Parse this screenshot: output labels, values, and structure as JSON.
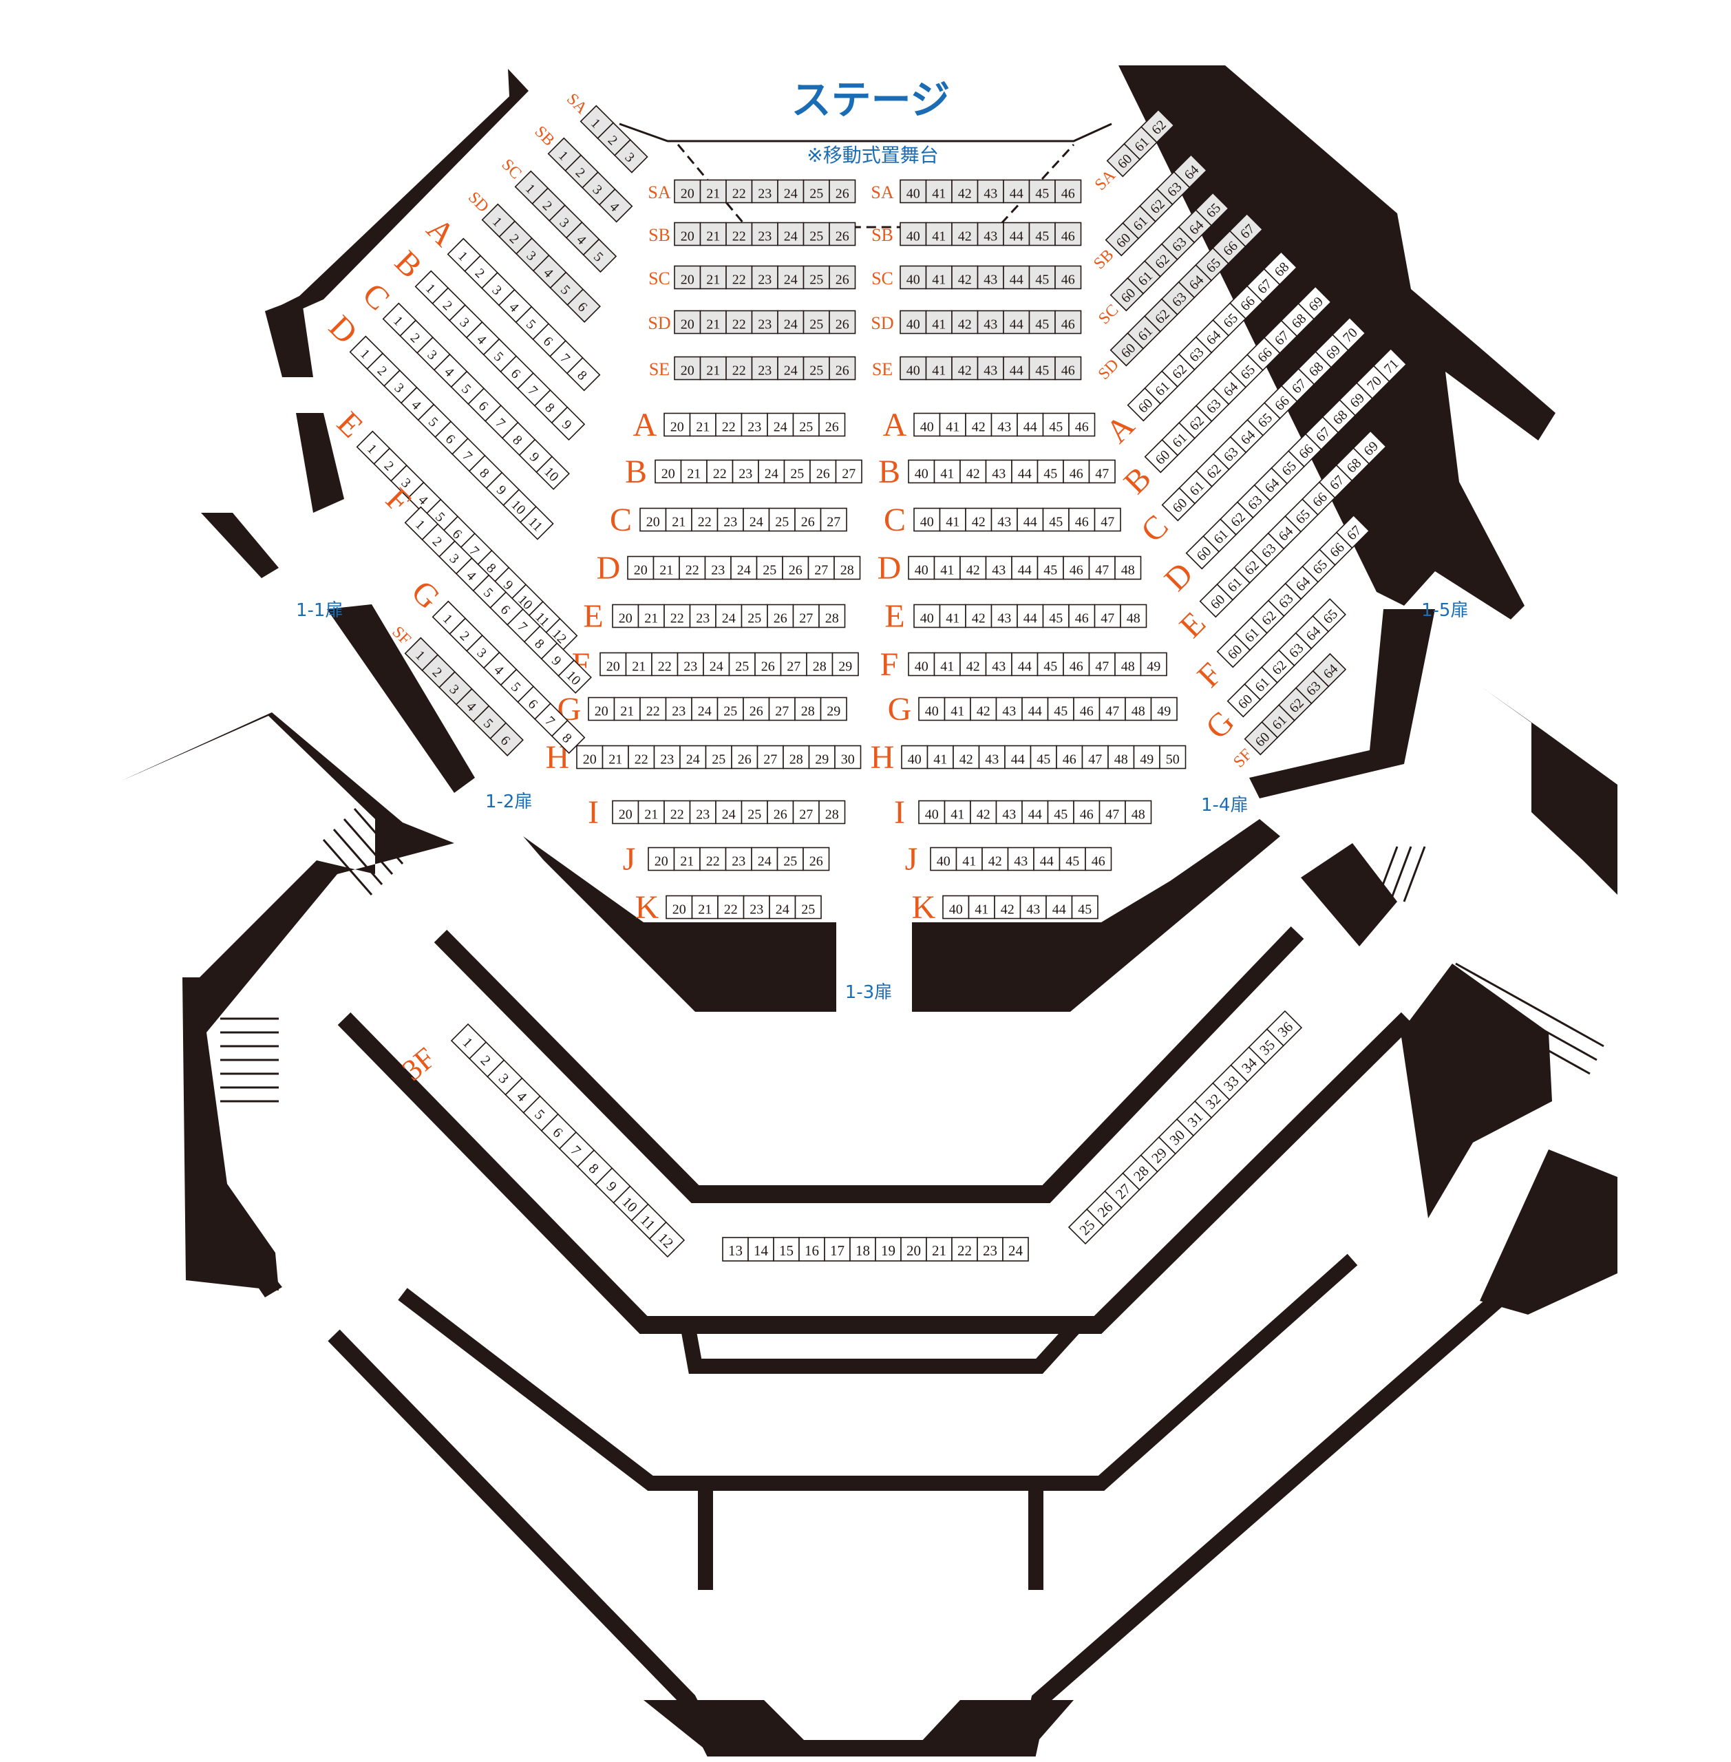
{
  "stage": {
    "title": "ステージ",
    "note": "※移動式置舞台"
  },
  "colors": {
    "stage_text": "#1a6db5",
    "row_label": "#e8591a",
    "door_label": "#1a6db5",
    "wall": "#231815",
    "seat_regular": "#ffffff",
    "seat_movable": "#e6e6e6",
    "seat_border": "#231815"
  },
  "doors": [
    "1-1扉",
    "1-2扉",
    "1-3扉",
    "1-4扉",
    "1-5扉"
  ],
  "balcony": {
    "label": "3F"
  },
  "center_left": [
    {
      "row": "SA",
      "movable": true,
      "seats": [
        20,
        21,
        22,
        23,
        24,
        25,
        26
      ]
    },
    {
      "row": "SB",
      "movable": true,
      "seats": [
        20,
        21,
        22,
        23,
        24,
        25,
        26
      ]
    },
    {
      "row": "SC",
      "movable": true,
      "seats": [
        20,
        21,
        22,
        23,
        24,
        25,
        26
      ]
    },
    {
      "row": "SD",
      "movable": true,
      "seats": [
        20,
        21,
        22,
        23,
        24,
        25,
        26
      ]
    },
    {
      "row": "SE",
      "movable": true,
      "seats": [
        20,
        21,
        22,
        23,
        24,
        25,
        26
      ]
    },
    {
      "row": "A",
      "movable": false,
      "seats": [
        20,
        21,
        22,
        23,
        24,
        25,
        26
      ]
    },
    {
      "row": "B",
      "movable": false,
      "seats": [
        20,
        21,
        22,
        23,
        24,
        25,
        26,
        27
      ]
    },
    {
      "row": "C",
      "movable": false,
      "seats": [
        20,
        21,
        22,
        23,
        24,
        25,
        26,
        27
      ]
    },
    {
      "row": "D",
      "movable": false,
      "seats": [
        20,
        21,
        22,
        23,
        24,
        25,
        26,
        27,
        28
      ]
    },
    {
      "row": "E",
      "movable": false,
      "seats": [
        20,
        21,
        22,
        23,
        24,
        25,
        26,
        27,
        28
      ]
    },
    {
      "row": "F",
      "movable": false,
      "seats": [
        20,
        21,
        22,
        23,
        24,
        25,
        26,
        27,
        28,
        29
      ]
    },
    {
      "row": "G",
      "movable": false,
      "seats": [
        20,
        21,
        22,
        23,
        24,
        25,
        26,
        27,
        28,
        29
      ]
    },
    {
      "row": "H",
      "movable": false,
      "seats": [
        20,
        21,
        22,
        23,
        24,
        25,
        26,
        27,
        28,
        29,
        30
      ]
    },
    {
      "row": "I",
      "movable": false,
      "seats": [
        20,
        21,
        22,
        23,
        24,
        25,
        26,
        27,
        28
      ]
    },
    {
      "row": "J",
      "movable": false,
      "seats": [
        20,
        21,
        22,
        23,
        24,
        25,
        26
      ]
    },
    {
      "row": "K",
      "movable": false,
      "seats": [
        20,
        21,
        22,
        23,
        24,
        25
      ]
    }
  ],
  "center_right": [
    {
      "row": "SA",
      "movable": true,
      "seats": [
        40,
        41,
        42,
        43,
        44,
        45,
        46
      ]
    },
    {
      "row": "SB",
      "movable": true,
      "seats": [
        40,
        41,
        42,
        43,
        44,
        45,
        46
      ]
    },
    {
      "row": "SC",
      "movable": true,
      "seats": [
        40,
        41,
        42,
        43,
        44,
        45,
        46
      ]
    },
    {
      "row": "SD",
      "movable": true,
      "seats": [
        40,
        41,
        42,
        43,
        44,
        45,
        46
      ]
    },
    {
      "row": "SE",
      "movable": true,
      "seats": [
        40,
        41,
        42,
        43,
        44,
        45,
        46
      ]
    },
    {
      "row": "A",
      "movable": false,
      "seats": [
        40,
        41,
        42,
        43,
        44,
        45,
        46
      ]
    },
    {
      "row": "B",
      "movable": false,
      "seats": [
        40,
        41,
        42,
        43,
        44,
        45,
        46,
        47
      ]
    },
    {
      "row": "C",
      "movable": false,
      "seats": [
        40,
        41,
        42,
        43,
        44,
        45,
        46,
        47
      ]
    },
    {
      "row": "D",
      "movable": false,
      "seats": [
        40,
        41,
        42,
        43,
        44,
        45,
        46,
        47,
        48
      ]
    },
    {
      "row": "E",
      "movable": false,
      "seats": [
        40,
        41,
        42,
        43,
        44,
        45,
        46,
        47,
        48
      ]
    },
    {
      "row": "F",
      "movable": false,
      "seats": [
        40,
        41,
        42,
        43,
        44,
        45,
        46,
        47,
        48,
        49
      ]
    },
    {
      "row": "G",
      "movable": false,
      "seats": [
        40,
        41,
        42,
        43,
        44,
        45,
        46,
        47,
        48,
        49
      ]
    },
    {
      "row": "H",
      "movable": false,
      "seats": [
        40,
        41,
        42,
        43,
        44,
        45,
        46,
        47,
        48,
        49,
        50
      ]
    },
    {
      "row": "I",
      "movable": false,
      "seats": [
        40,
        41,
        42,
        43,
        44,
        45,
        46,
        47,
        48
      ]
    },
    {
      "row": "J",
      "movable": false,
      "seats": [
        40,
        41,
        42,
        43,
        44,
        45,
        46
      ]
    },
    {
      "row": "K",
      "movable": false,
      "seats": [
        40,
        41,
        42,
        43,
        44,
        45
      ]
    }
  ],
  "left_wing": [
    {
      "row": "SA",
      "movable": true,
      "seats": [
        1,
        2,
        3
      ]
    },
    {
      "row": "SB",
      "movable": true,
      "seats": [
        1,
        2,
        3,
        4
      ]
    },
    {
      "row": "SC",
      "movable": true,
      "seats": [
        1,
        2,
        3,
        4,
        5
      ]
    },
    {
      "row": "SD",
      "movable": true,
      "seats": [
        1,
        2,
        3,
        4,
        5,
        6
      ]
    },
    {
      "row": "A",
      "movable": false,
      "seats": [
        1,
        2,
        3,
        4,
        5,
        6,
        7,
        8
      ]
    },
    {
      "row": "B",
      "movable": false,
      "seats": [
        1,
        2,
        3,
        4,
        5,
        6,
        7,
        8,
        9
      ]
    },
    {
      "row": "C",
      "movable": false,
      "seats": [
        1,
        2,
        3,
        4,
        5,
        6,
        7,
        8,
        9,
        10
      ]
    },
    {
      "row": "D",
      "movable": false,
      "seats": [
        1,
        2,
        3,
        4,
        5,
        6,
        7,
        8,
        9,
        10,
        11
      ]
    },
    {
      "row": "E",
      "movable": false,
      "seats": [
        1,
        2,
        3,
        4,
        5,
        6,
        7,
        8,
        9,
        10,
        11,
        12
      ]
    },
    {
      "row": "F",
      "movable": false,
      "seats": [
        1,
        2,
        3,
        4,
        5,
        6,
        7,
        8,
        9,
        10
      ]
    },
    {
      "row": "G",
      "movable": false,
      "seats": [
        1,
        2,
        3,
        4,
        5,
        6,
        7,
        8
      ]
    },
    {
      "row": "SF",
      "movable": true,
      "seats": [
        1,
        2,
        3,
        4,
        5,
        6
      ]
    }
  ],
  "right_wing": [
    {
      "row": "SA",
      "movable": true,
      "seats": [
        60,
        61,
        62
      ]
    },
    {
      "row": "SB",
      "movable": true,
      "seats": [
        60,
        61,
        62,
        63,
        64
      ]
    },
    {
      "row": "SC",
      "movable": true,
      "seats": [
        60,
        61,
        62,
        63,
        64,
        65
      ]
    },
    {
      "row": "SD",
      "movable": true,
      "seats": [
        60,
        61,
        62,
        63,
        64,
        65,
        66,
        67
      ]
    },
    {
      "row": "A",
      "movable": false,
      "seats": [
        60,
        61,
        62,
        63,
        64,
        65,
        66,
        67,
        68
      ]
    },
    {
      "row": "B",
      "movable": false,
      "seats": [
        60,
        61,
        62,
        63,
        64,
        65,
        66,
        67,
        68,
        69
      ]
    },
    {
      "row": "C",
      "movable": false,
      "seats": [
        60,
        61,
        62,
        63,
        64,
        65,
        66,
        67,
        68,
        69,
        70
      ]
    },
    {
      "row": "D",
      "movable": false,
      "seats": [
        60,
        61,
        62,
        63,
        64,
        65,
        66,
        67,
        68,
        69,
        70,
        71
      ]
    },
    {
      "row": "E",
      "movable": false,
      "seats": [
        60,
        61,
        62,
        63,
        64,
        65,
        66,
        67,
        68,
        69
      ]
    },
    {
      "row": "F",
      "movable": false,
      "seats": [
        60,
        61,
        62,
        63,
        64,
        65,
        66,
        67
      ]
    },
    {
      "row": "G",
      "movable": false,
      "seats": [
        60,
        61,
        62,
        63,
        64,
        65
      ]
    },
    {
      "row": "SF",
      "movable": true,
      "seats": [
        60,
        61,
        62,
        63,
        64
      ]
    }
  ],
  "balcony_seats": {
    "left": [
      1,
      2,
      3,
      4,
      5,
      6,
      7,
      8,
      9,
      10,
      11,
      12
    ],
    "center": [
      13,
      14,
      15,
      16,
      17,
      18,
      19,
      20,
      21,
      22,
      23,
      24
    ],
    "right": [
      25,
      26,
      27,
      28,
      29,
      30,
      31,
      32,
      33,
      34,
      35,
      36
    ]
  }
}
